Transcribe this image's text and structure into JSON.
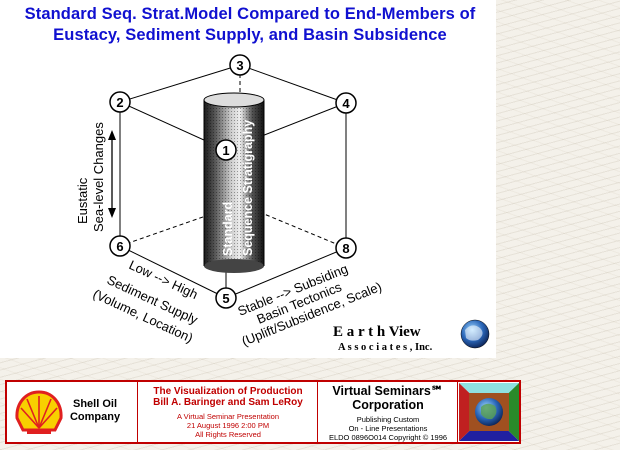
{
  "header": {
    "title_line1": "Standard Seq. Strat.Model Compared to  End-Members of",
    "title_line2": "Eustacy, Sediment Supply, and Basin Subsidence"
  },
  "diagram": {
    "corners": [
      "1",
      "2",
      "3",
      "4",
      "5",
      "6",
      "8"
    ],
    "cylinder_label_line1": "Standard",
    "cylinder_label_line2": "Sequence Stratigraphy",
    "eustatic_line1": "Eustatic",
    "eustatic_line2": "Sea-level Changes",
    "sediment_line1": "Low --> High",
    "sediment_line2": "Sediment Supply",
    "sediment_line3": "(Volume, Location)",
    "basin_line1": "Stable --> Subsiding",
    "basin_line2": "Basin Tectonics",
    "basin_line3": "(Uplift/Subsidence, Scale)"
  },
  "brand": {
    "name": "E a r t h View",
    "sub": "A s s o c i a t e s , Inc."
  },
  "footer": {
    "shell_name_line1": "Shell Oil",
    "shell_name_line2": "Company",
    "viz_line1": "The Visualization of Production",
    "viz_line2": "Bill A. Baringer and Sam LeRoy",
    "viz_line3": "A Virtual Seminar Presentation",
    "viz_line4": "21 August 1996  2:00 PM",
    "viz_line5": "All Rights Reserved",
    "vs_line1": "Virtual Seminars℠",
    "vs_line2": "Corporation",
    "vs_line3": "Publishing Custom",
    "vs_line4": "On - Line Presentations",
    "vs_line5": "ELDO 0896O014 Copyright © 1996"
  },
  "colors": {
    "title": "#1010d0",
    "footer_border": "#c00000",
    "footer_text": "#c00000",
    "shell_red": "#e02020",
    "shell_yellow": "#f8d000"
  }
}
